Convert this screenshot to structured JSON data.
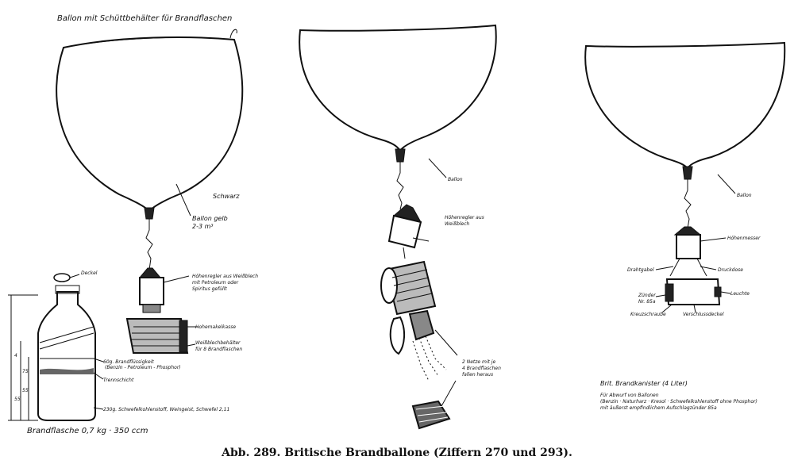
{
  "title_left": "Ballon mit Schüttbehälter für Brandflaschen",
  "caption": "Abb. 289.  Britische Brandballone  (Ziffern 270 und 293).",
  "signature": "Schwarz",
  "left": {
    "ballon_gelb": "Ballon gelb",
    "ballon_size": "2-3 m³",
    "hoehenregler": "Höhenregler aus Weißblech",
    "hoehenregler2": "mit Petroleum oder",
    "hoehenregler3": "Spiritus gefüllt",
    "hoehenkasse": "Hohemakelkasse",
    "weissblech": "Weißblechbehälter",
    "weissblech2": "für 8 Brandflaschen"
  },
  "bottle": {
    "deckel": "Deckel",
    "phosphor": "60g. Brandflüssigkeit",
    "phosphor2": "(Benzin - Petroleum - Phosphor)",
    "trennschicht": "Trennschicht",
    "wasser": "230g. Schwefelkohlenstoff, Weingeist, Schwefel 2,11",
    "brandflasche": "Brandflasche 0,7 kg · 350 ccm",
    "m1": "4",
    "m2": "75",
    "m3": "55",
    "m4": "55"
  },
  "middle": {
    "ballon": "Ballon",
    "hoehenregler": "Höhenregler aus",
    "hoehenregler2": "Weißblech",
    "netze": "2 Netze mit je",
    "netze2": "4 Brandflaschen",
    "netze3": "fallen heraus"
  },
  "right": {
    "ballon": "Ballon",
    "hoehenmesser": "Höhenmesser",
    "drahtgabel": "Drahtgabel",
    "druckdose": "Druckdose",
    "zuender": "Zünder",
    "zuender_nr": "Nr. 85a",
    "leuchte": "Leuchte",
    "kreuzschraube": "Kreuzschraube",
    "verschluss": "Verschlussdeckel",
    "brit_title": "Brit. Brandkanister (4 Liter)",
    "abwurf": "Für Abwurf von Ballonen",
    "abwurf2": "(Benzin · Naturharz · Kresol · Schwefelkohlenstoff ohne Phosphor)",
    "abwurf3": "mit äußerst empfindlichem Aufschlagzünder 85a"
  }
}
